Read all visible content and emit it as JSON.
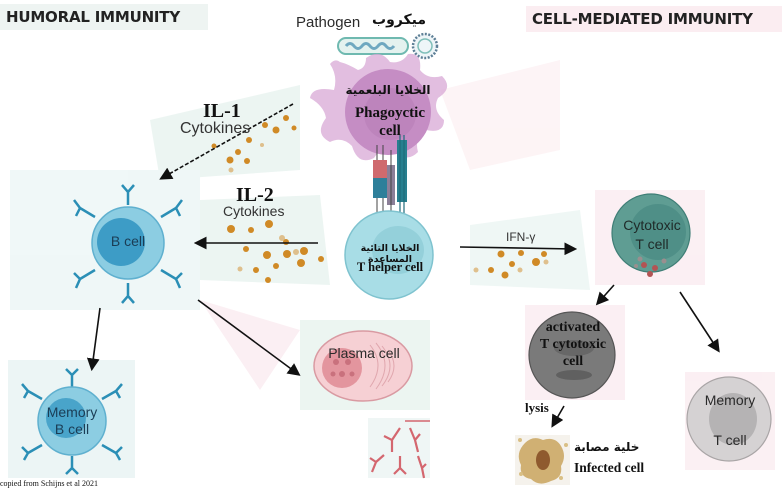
{
  "headers": {
    "humoral": "HUMORAL IMMUNITY",
    "cell_mediated": "CELL-MEDIATED IMMUNITY"
  },
  "pathogen": {
    "label_en": "Pathogen",
    "label_ar": "ميكروب"
  },
  "phagocytic_cell": {
    "label_ar": "الخلايا البلعمية",
    "label_en_line1": "Phagoyctic",
    "label_en_line2": "cell"
  },
  "t_helper_cell": {
    "label_ar": "الخلايا التائية المساعدة",
    "label_en": "T helper cell"
  },
  "il1": {
    "name": "IL-1",
    "sub": "Cytokines"
  },
  "il2": {
    "name": "IL-2",
    "sub": "Cytokines"
  },
  "ifn": {
    "name": "IFN-γ"
  },
  "b_cell": {
    "label": "B cell"
  },
  "memory_b_cell": {
    "line1": "Memory",
    "line2": "B cell"
  },
  "plasma_cell": {
    "label": "Plasma cell"
  },
  "cytotoxic_t_cell": {
    "line1": "Cytotoxic",
    "line2": "T cell"
  },
  "activated_t_cell": {
    "line1": "activated",
    "line2": "T cytotoxic",
    "line3": "cell"
  },
  "memory_t_cell": {
    "line1": "Memory",
    "line2": "T cell"
  },
  "lysis": {
    "label": "lysis"
  },
  "infected_cell": {
    "label_ar": "خلية مصابة",
    "label_en": "Infected cell"
  },
  "credit": "copied from Schijns et al 2021",
  "colors": {
    "humoral_bg": "#eef4f2",
    "cell_mediated_bg": "#fbedf1",
    "b_cell": "#7cc4dc",
    "b_nucleus": "#3d9cc6",
    "t_helper": "#a8dde6",
    "phagocyte": "#c58dc4",
    "cytotoxic": "#4f8f87",
    "activated": "#7d7d7d",
    "memory_t": "#cfcfcf",
    "plasma": "#f4c6cc",
    "cytokine": "#d08a26"
  }
}
